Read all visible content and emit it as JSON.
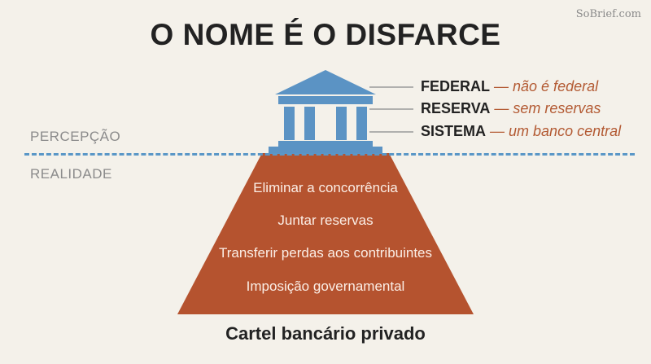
{
  "watermark": "SoBrief.com",
  "title": "O NOME É O DISFARCE",
  "zones": {
    "top": "PERCEPÇÃO",
    "bottom": "REALIDADE"
  },
  "annotations": [
    {
      "word": "FEDERAL",
      "desc": "— não é federal"
    },
    {
      "word": "RESERVA",
      "desc": "— sem reservas"
    },
    {
      "word": "SISTEMA",
      "desc": "— um banco central"
    }
  ],
  "pyramid_items": [
    "Eliminar a concorrência",
    "Juntar reservas",
    "Transferir perdas aos contribuintes",
    "Imposição governamental"
  ],
  "footer": "Cartel bancário privado",
  "colors": {
    "pyramid": "#b5532f",
    "building": "#5b93c4",
    "divider": "#5a97c7",
    "accent_text": "#b35a33"
  },
  "icons": {
    "building": "bank-building-icon"
  }
}
